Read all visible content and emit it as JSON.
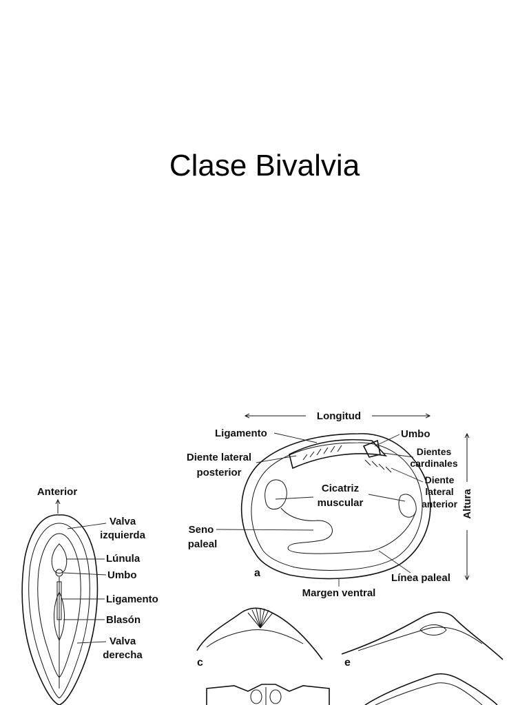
{
  "title": "Clase Bivalvia",
  "labels": {
    "longitud": "Longitud",
    "ligamento_a": "Ligamento",
    "umbo_a": "Umbo",
    "dientes": "Dientes",
    "cardinales": "cardinales",
    "diente_lateral_post_1": "Diente lateral",
    "diente_lateral_post_2": "posterior",
    "diente_ant_1": "Diente",
    "diente_ant_2": "lateral",
    "diente_ant_3": "anterior",
    "cicatriz": "Cicatriz",
    "muscular": "muscular",
    "altura": "Altura",
    "seno": "Seno",
    "paleal": "paleal",
    "linea_paleal": "Línea paleal",
    "margen_ventral": "Margen ventral",
    "anterior": "Anterior",
    "valva": "Valva",
    "izquierda": "izquierda",
    "lunula": "Lúnula",
    "umbo_b": "Umbo",
    "ligamento_b": "Ligamento",
    "blason": "Blasón",
    "valva2": "Valva",
    "derecha": "derecha"
  },
  "letters": {
    "a": "a",
    "c": "c",
    "e": "e"
  }
}
